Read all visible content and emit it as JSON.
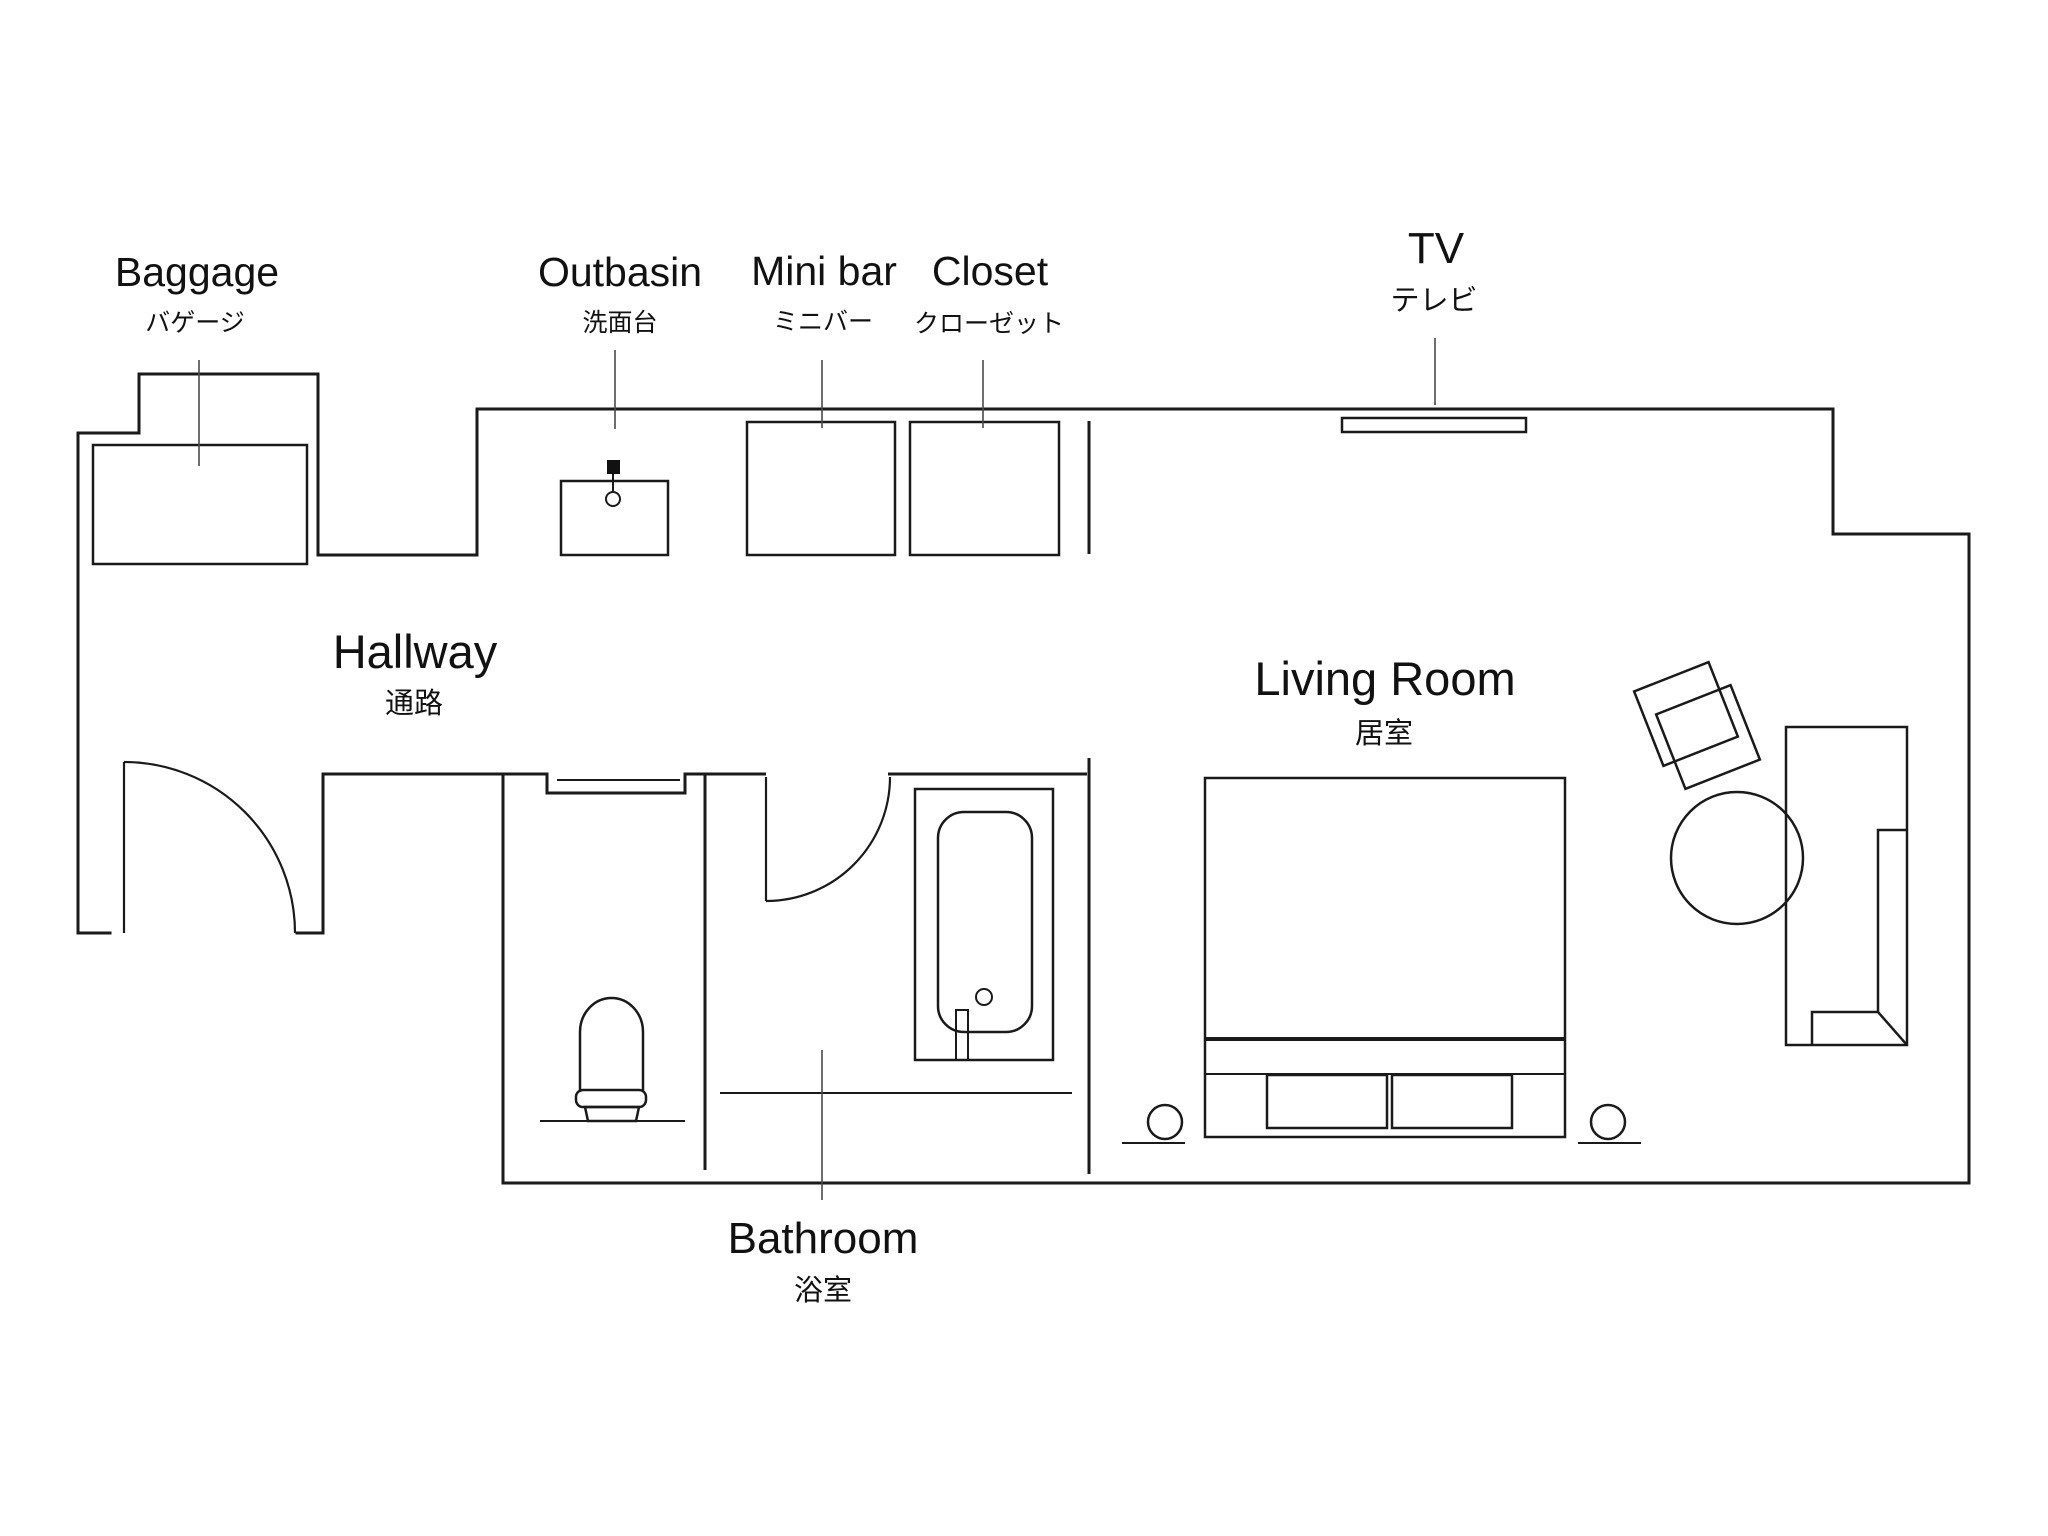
{
  "page": {
    "background_color": "#ffffff",
    "line_color": "#1a1a1a",
    "leader_line_color": "#4a4a4a",
    "text_color": "#111111",
    "type": "hotel-room-floor-plan"
  },
  "labels": [
    {
      "id": "baggage",
      "en": "Baggage",
      "jp": "バゲージ"
    },
    {
      "id": "outbasin",
      "en": "Outbasin",
      "jp": "洗面台"
    },
    {
      "id": "minibar",
      "en": "Mini bar",
      "jp": "ミニバー"
    },
    {
      "id": "closet",
      "en": "Closet",
      "jp": "クローゼット"
    },
    {
      "id": "tv",
      "en": "TV",
      "jp": "テレビ"
    },
    {
      "id": "hallway",
      "en": "Hallway",
      "jp": "通路"
    },
    {
      "id": "living-room",
      "en": "Living Room",
      "jp": "居室"
    },
    {
      "id": "bathroom",
      "en": "Bathroom",
      "jp": "浴室"
    }
  ]
}
